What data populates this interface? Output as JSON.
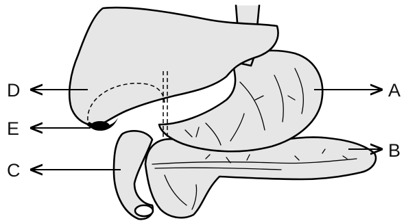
{
  "labels": {
    "a": "A",
    "b": "B",
    "c": "C",
    "d": "D",
    "e": "E"
  },
  "colors": {
    "organ_fill": "#e6e6e6",
    "outline": "#000000",
    "background": "#ffffff"
  }
}
